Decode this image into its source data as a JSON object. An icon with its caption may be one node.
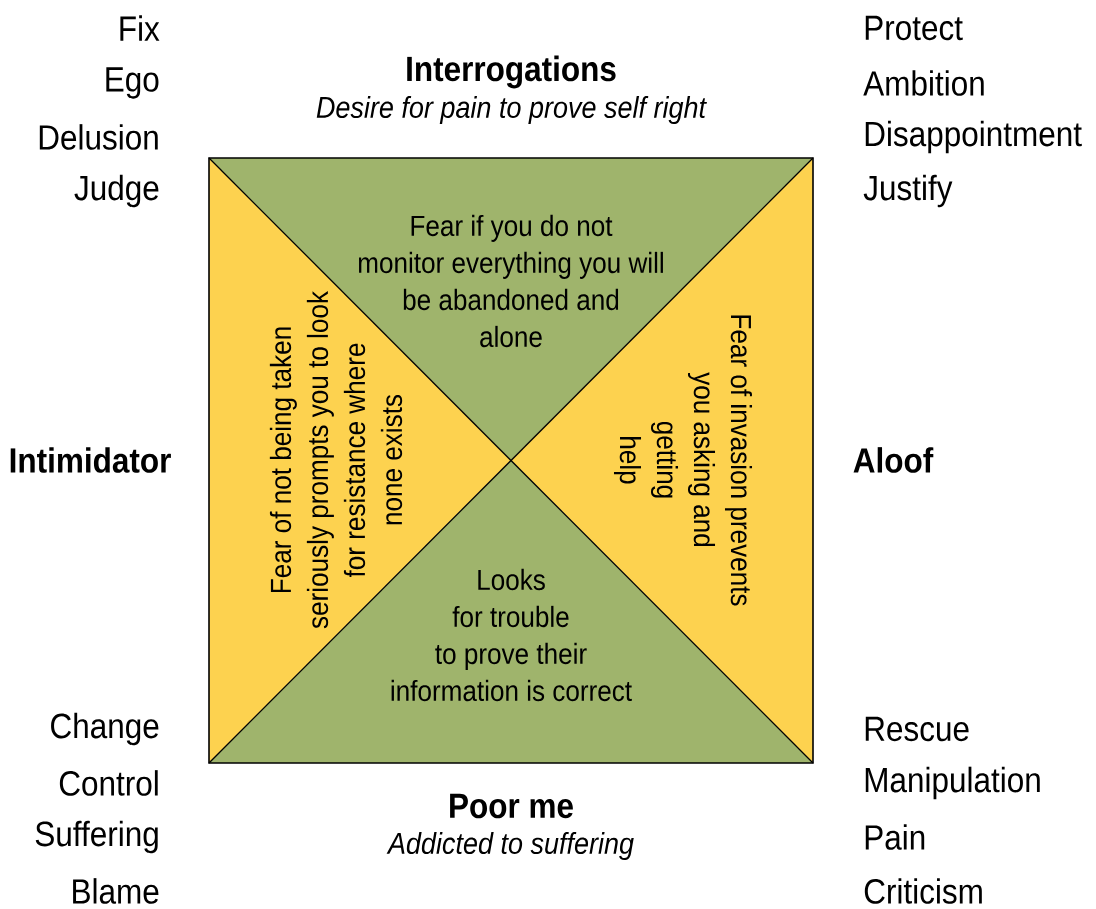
{
  "diagram": {
    "nodes": [
      {
        "text": [
          "Interrogations",
          "Desire for pain to prove self right",
          "Fear if you do not monitor everything you will be abandoned and alone"
        ]
      },
      {
        "text": [
          "Intimidator",
          "Fear of not being taken seriously prompts you to look for resistance where none exists"
        ]
      },
      {
        "text": [
          "Fear of invasion prevents you asking and getting help",
          "Aloof"
        ]
      },
      {
        "text": [
          "Looks for trouble to prove their information is correct",
          "Poor me",
          "Addicted to suffering"
        ]
      }
    ],
    "labels": [
      "Fix",
      "Protect",
      "Ego",
      "Ambition",
      "Delusion",
      "Disappointment",
      "Judge",
      "Justify",
      "Change",
      "Rescue",
      "Control",
      "Manipulation",
      "Suffering",
      "Pain",
      "Blame",
      "Criticism"
    ]
  }
}
